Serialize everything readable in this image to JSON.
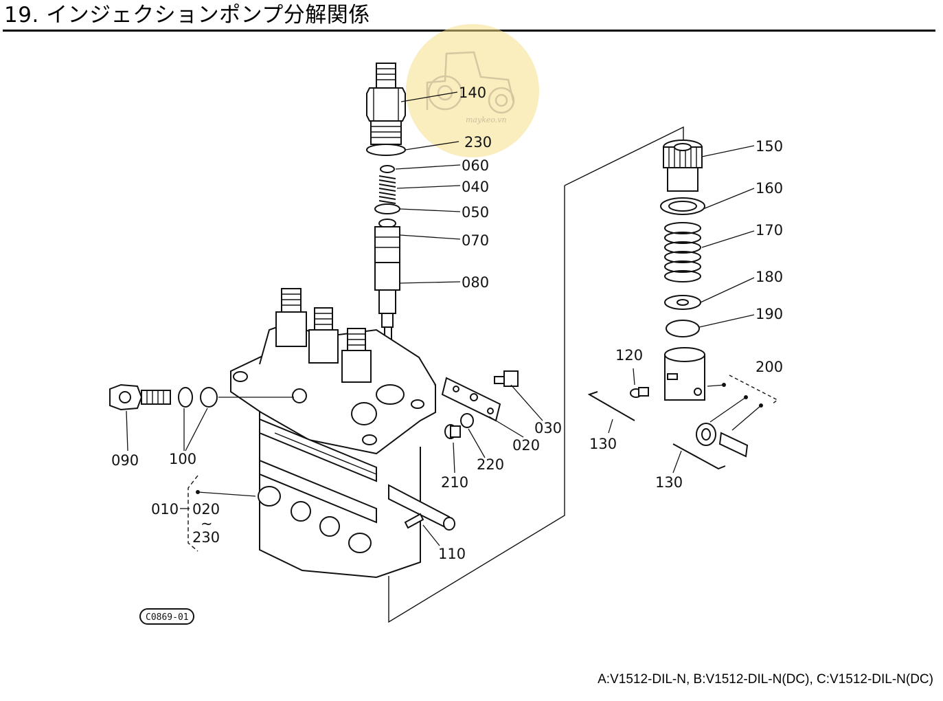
{
  "title": "19. インジェクションポンプ分解関係",
  "footer": "A:V1512-DIL-N,  B:V1512-DIL-N(DC),  C:V1512-DIL-N(DC)",
  "figure_code": "C0869-01",
  "watermark": "maykeo.vn",
  "callouts": {
    "c140": "140",
    "c230": "230",
    "c060": "060",
    "c040": "040",
    "c050": "050",
    "c070": "070",
    "c080": "080",
    "c150": "150",
    "c160": "160",
    "c170": "170",
    "c180": "180",
    "c190": "190",
    "c120": "120",
    "c200": "200",
    "c130a": "130",
    "c130b": "130",
    "c030": "030",
    "c020": "020",
    "c220": "220",
    "c210": "210",
    "c090": "090",
    "c100": "100",
    "c110": "110",
    "c010": "010",
    "c010_from": "020",
    "c010_tilde": "~",
    "c010_to": "230"
  }
}
